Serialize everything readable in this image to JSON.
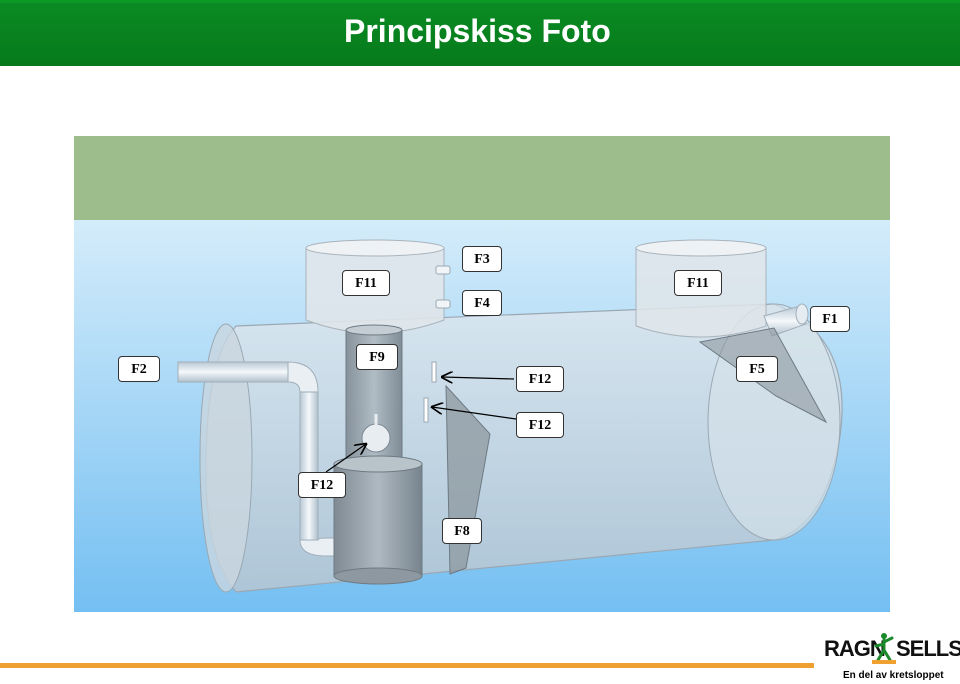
{
  "title": "Principskiss Foto",
  "labels": {
    "f3": "F3",
    "f4": "F4",
    "f11_left": "F11",
    "f11_right": "F11",
    "f1": "F1",
    "f2": "F2",
    "f9": "F9",
    "f12_top": "F12",
    "f12_mid": "F12",
    "f12_left": "F12",
    "f5": "F5",
    "f8": "F8"
  },
  "logo": {
    "left": "RAGN",
    "right": "SELLS",
    "tagline": "En del av kretsloppet"
  },
  "colors": {
    "title_bar": "#0a8a22",
    "ground": "#9dbd8c",
    "water": "#8cc8f0",
    "accent": "#f0a030"
  }
}
